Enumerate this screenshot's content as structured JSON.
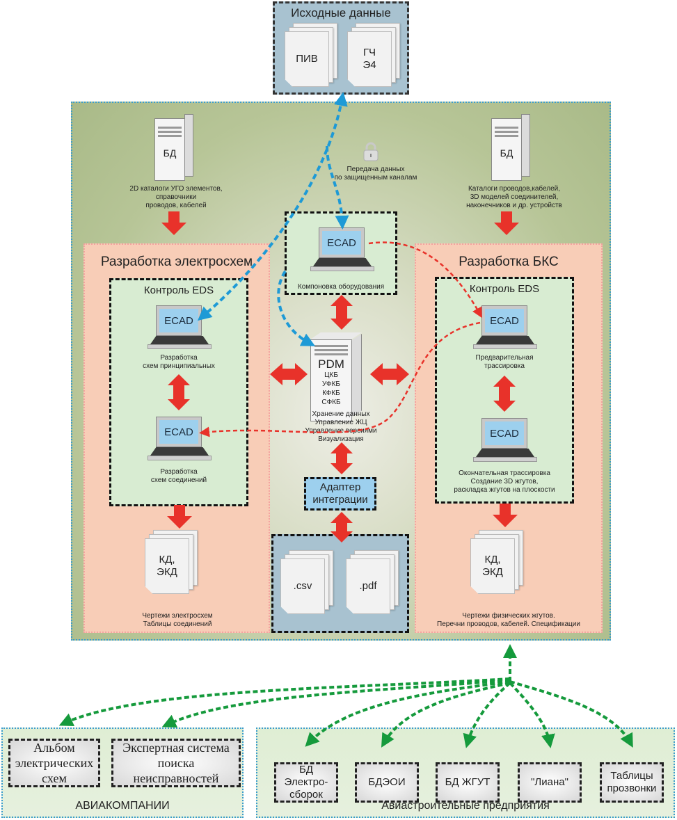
{
  "source_data": {
    "title": "Исходные данные",
    "docs": [
      {
        "label": "ПИВ"
      },
      {
        "label": "ГЧ\nЭ4"
      }
    ]
  },
  "databases": {
    "left": {
      "label": "БД",
      "caption": "2D каталоги УГО элементов,\nсправочники\nпроводов, кабелей"
    },
    "right": {
      "label": "БД",
      "caption": "Каталоги проводов,кабелей,\n3D моделей соединителей,\nнаконечников и др. устройств"
    }
  },
  "secure_channel": {
    "icon": "lock-icon",
    "caption": "Передача данных\nпо защищенным каналам"
  },
  "layout_station": {
    "screen": "ECAD",
    "caption": "Компоновка оборудования"
  },
  "pdm": {
    "title": "PDM",
    "units": [
      "ЦКБ",
      "УФКБ",
      "КФКБ",
      "СФКБ"
    ],
    "caption": "Хранение данных\nУправление ЖЦ\nУправление версиями\nВизуализация"
  },
  "adapter": {
    "label": "Адаптер\nинтеграции"
  },
  "files": [
    ".csv",
    ".pdf"
  ],
  "electrical_dev": {
    "title": "Разработка электросхем",
    "control_title": "Контроль EDS",
    "stations": [
      {
        "screen": "ECAD",
        "caption": "Разработка\nсхем принципиальных"
      },
      {
        "screen": "ECAD",
        "caption": "Разработка\nсхем соединений"
      }
    ],
    "output_doc": "КД,\nЭКД",
    "output_caption": "Чертежи электросхем\nТаблицы соединений"
  },
  "bks_dev": {
    "title": "Разработка БКС",
    "control_title": "Контроль EDS",
    "stations": [
      {
        "screen": "ECAD",
        "caption": "Предварительная\nтрассировка"
      },
      {
        "screen": "ECAD",
        "caption": "Окончательная трассировка\nСоздание 3D жгутов,\nраскладка жгутов на плоскости"
      }
    ],
    "output_doc": "КД,\nЭКД",
    "output_caption": "Чертежи физических жгутов.\nПеречни проводов, кабелей. Спецификации"
  },
  "airlines": {
    "label": "АВИАКОМПАНИИ",
    "items": [
      "Альбом\nэлектрических\nсхем",
      "Экспертная система\nпоиска\nнеисправностей"
    ]
  },
  "manufacturers": {
    "label": "Авиастроительные предприятия",
    "items": [
      "БД\nЭлектро-\nсборок",
      "БДЭОИ",
      "БД ЖГУТ",
      "\"Лиана\"",
      "Таблицы\nпрозвонки"
    ]
  },
  "colors": {
    "arrow_red": "#e8322a",
    "arrow_blue": "#1e9ad6",
    "arrow_green": "#159a3c",
    "pink_area": "#f8cdb7",
    "green_area": "#b7c597"
  }
}
